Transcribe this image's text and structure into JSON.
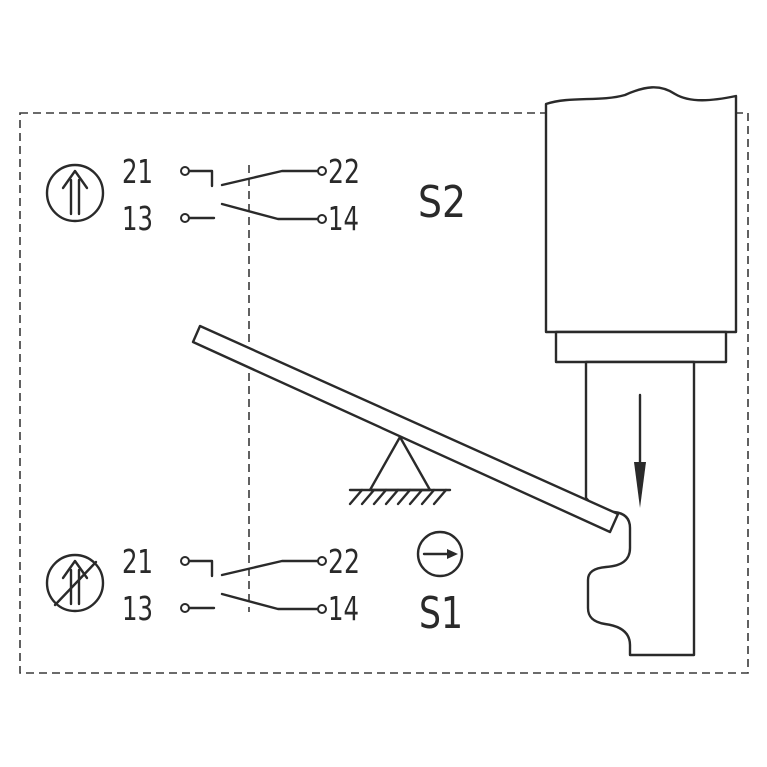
{
  "switch_s2": {
    "label": "S2",
    "icon": "positive-opening-icon",
    "contact_nc": {
      "left_terminal": "21",
      "right_terminal": "22"
    },
    "contact_no": {
      "left_terminal": "13",
      "right_terminal": "14"
    }
  },
  "switch_s1": {
    "label": "S1",
    "icon": "positive-opening-crossed-icon",
    "direction_icon": "right-arrow-icon",
    "contact_nc": {
      "left_terminal": "21",
      "right_terminal": "22"
    },
    "contact_no": {
      "left_terminal": "13",
      "right_terminal": "14"
    }
  },
  "mechanism_icons": [
    "actuator-plunger",
    "lever",
    "fulcrum",
    "ground-hatch",
    "down-arrow-icon"
  ],
  "colors": {
    "line": "#2a2a2a",
    "background": "#ffffff"
  }
}
